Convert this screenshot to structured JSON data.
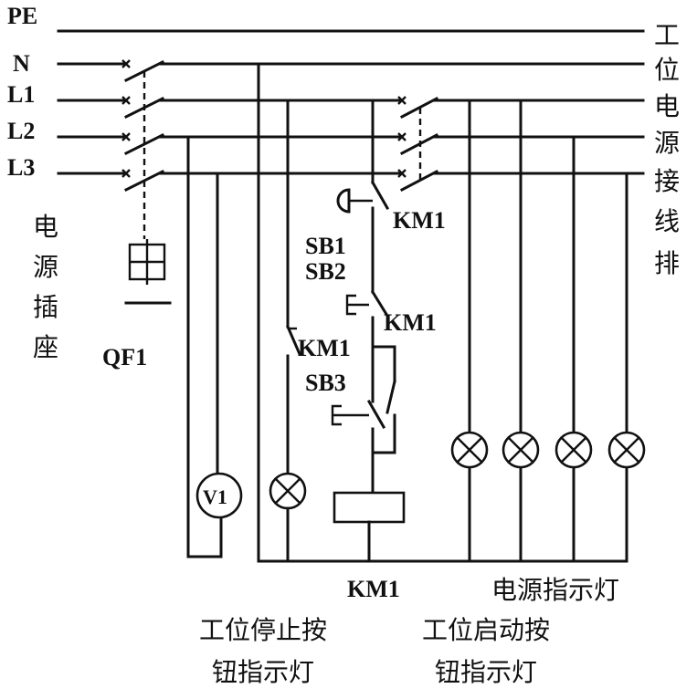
{
  "buses": {
    "pe": "PE",
    "n": "N",
    "l1": "L1",
    "l2": "L2",
    "l3": "L3"
  },
  "labels": {
    "qf1": "QF1",
    "sb1": "SB1",
    "sb2": "SB2",
    "sb3": "SB3",
    "km1_main": "KM1",
    "km1_interlock": "KM1",
    "km1_stop_indicator": "KM1",
    "km1_coil": "KM1",
    "voltmeter": "V1"
  },
  "captions": {
    "power_socket": [
      "电",
      "源",
      "插",
      "座"
    ],
    "station_terminal": [
      "工",
      "位",
      "电",
      "源",
      "接",
      "线",
      "排"
    ],
    "power_indicator": "电源指示灯",
    "stop_indicator_line1": "工位停止按",
    "stop_indicator_line2": "钮指示灯",
    "start_indicator_line1": "工位启动按",
    "start_indicator_line2": "钮指示灯"
  }
}
